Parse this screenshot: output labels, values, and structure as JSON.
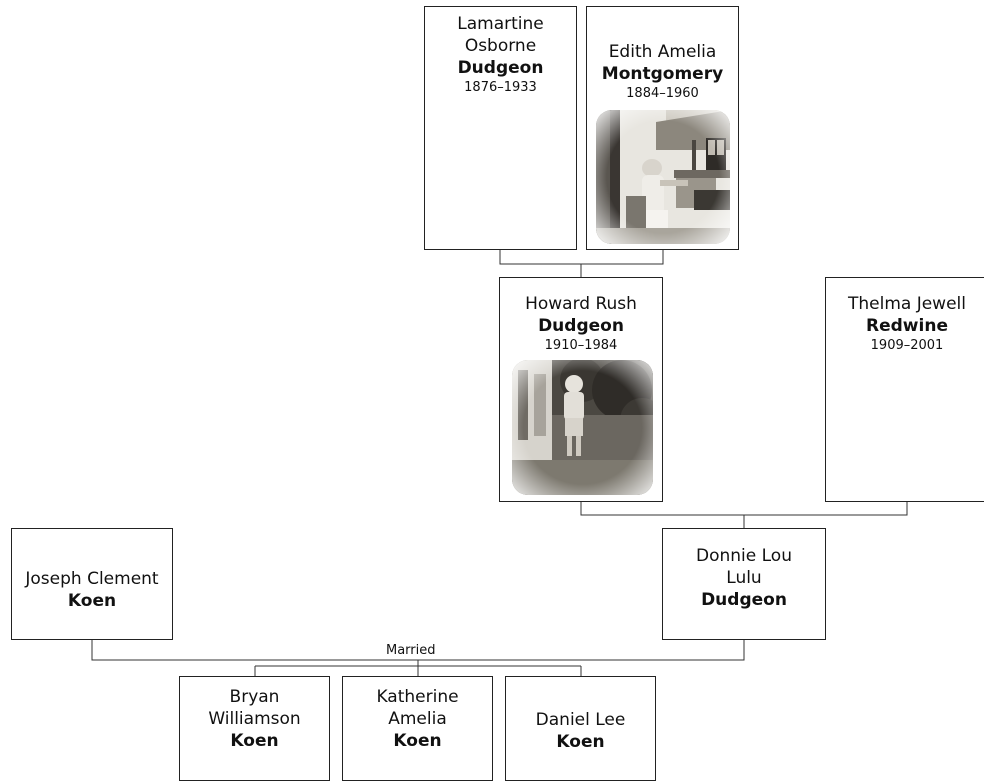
{
  "people": {
    "lamartine": {
      "given_1": "Lamartine",
      "given_2": "Osborne",
      "surname": "Dudgeon",
      "dates": "1876–1933"
    },
    "edith": {
      "given": "Edith Amelia",
      "surname": "Montgomery",
      "dates": "1884–1960"
    },
    "howard": {
      "given": "Howard Rush",
      "surname": "Dudgeon",
      "dates": "1910–1984"
    },
    "thelma": {
      "given": "Thelma Jewell",
      "surname": "Redwine",
      "dates": "1909–2001"
    },
    "joseph": {
      "given": "Joseph Clement",
      "surname": "Koen"
    },
    "donnie": {
      "given_1": "Donnie Lou",
      "given_2": "Lulu",
      "surname": "Dudgeon"
    },
    "bryan": {
      "given_1": "Bryan",
      "given_2": "Williamson",
      "surname": "Koen"
    },
    "katherine": {
      "given_1": "Katherine",
      "given_2": "Amelia",
      "surname": "Koen"
    },
    "daniel": {
      "given": "Daniel Lee",
      "surname": "Koen"
    }
  },
  "marriage_label": "Married"
}
